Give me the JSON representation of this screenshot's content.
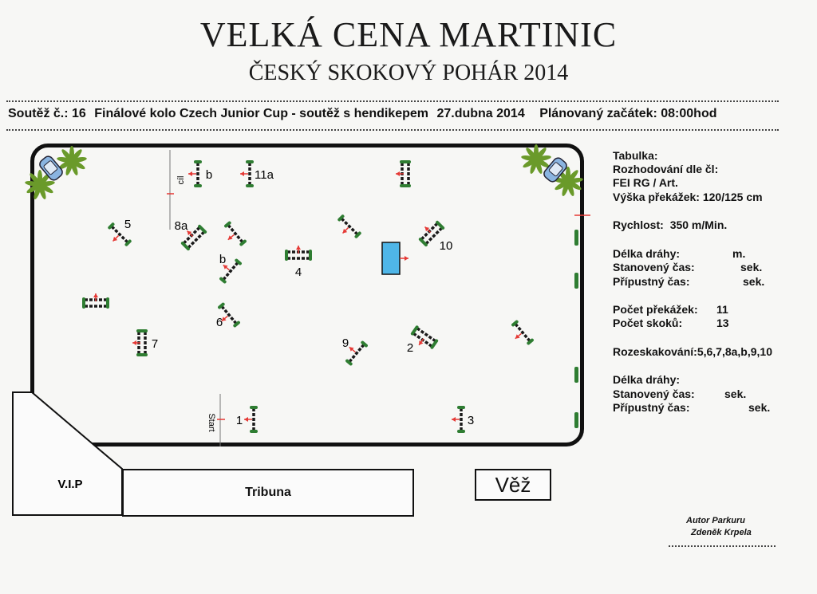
{
  "header": {
    "title": "VELKÁ CENA MARTINIC",
    "subtitle": "ČESKÝ SKOKOVÝ POHÁR 2014"
  },
  "competition": {
    "number_label": "Soutěž č.: 16",
    "name": "Finálové kolo Czech Junior Cup - soutěž s hendikepem",
    "date": "27.dubna 2014",
    "start_label": "Plánovaný začátek: 08:00hod"
  },
  "course": {
    "jumps": [
      {
        "label": "1",
        "kind": "vertical"
      },
      {
        "label": "2",
        "kind": "oxer"
      },
      {
        "label": "3",
        "kind": "vertical"
      },
      {
        "label": "4",
        "kind": "oxer"
      },
      {
        "label": "5",
        "kind": "vertical"
      },
      {
        "label": "6",
        "kind": "vertical"
      },
      {
        "label": "7",
        "kind": "oxer"
      },
      {
        "label": "8a",
        "kind": "oxer"
      },
      {
        "label": "b",
        "kind": "vertical"
      },
      {
        "label": "9",
        "kind": "vertical"
      },
      {
        "label": "10",
        "kind": "oxer"
      },
      {
        "label": "11a",
        "kind": "vertical"
      },
      {
        "label": "b",
        "kind": "vertical"
      },
      {
        "label": "",
        "kind": "oxer"
      },
      {
        "label": "",
        "kind": "vertical"
      },
      {
        "label": "",
        "kind": "vertical"
      },
      {
        "label": "",
        "kind": "oxer"
      },
      {
        "label": "",
        "kind": "vertical"
      },
      {
        "label": "",
        "kind": "water"
      }
    ],
    "finish_label": "cíl",
    "start_label": "Start"
  },
  "sidebar": {
    "table_label": "Tabulka:",
    "judging_label": "Rozhodování dle čl:",
    "judging_value": "FEI RG / Art.",
    "height_label": "Výška překážek:",
    "height_value": "120/125 cm",
    "speed_label": "Rychlost:",
    "speed_value": "350  m/Min.",
    "round1": {
      "length_label": "Délka dráhy:",
      "length_unit": "m.",
      "time_label": "Stanovený čas:",
      "time_unit": "sek.",
      "limit_label": "Přípustný čas:",
      "limit_unit": "sek."
    },
    "obstacles_label": "Počet překážek:",
    "obstacles_value": "11",
    "jumps_label": "Počet skoků:",
    "jumps_value": "13",
    "jumpoff_label": "Rozeskakování:5,6,7,8a,b,9,10",
    "round2": {
      "length_label": "Délka dráhy:",
      "time_label": "Stanovený čas:",
      "time_unit": "sek.",
      "limit_label": "Přípustný čas:",
      "limit_unit": "sek."
    }
  },
  "venue": {
    "vip_label": "V.I.P",
    "stand_label": "Tribuna",
    "tower_label": "Věž"
  },
  "author": {
    "role": "Autor Parkuru",
    "name": "Zdeněk Krpela"
  },
  "colors": {
    "pole": "#1a1a1a",
    "wing": "#2f7d32",
    "arrow": "#e53935",
    "water": "#4fb6e8",
    "plant": "#6a9a2a"
  }
}
